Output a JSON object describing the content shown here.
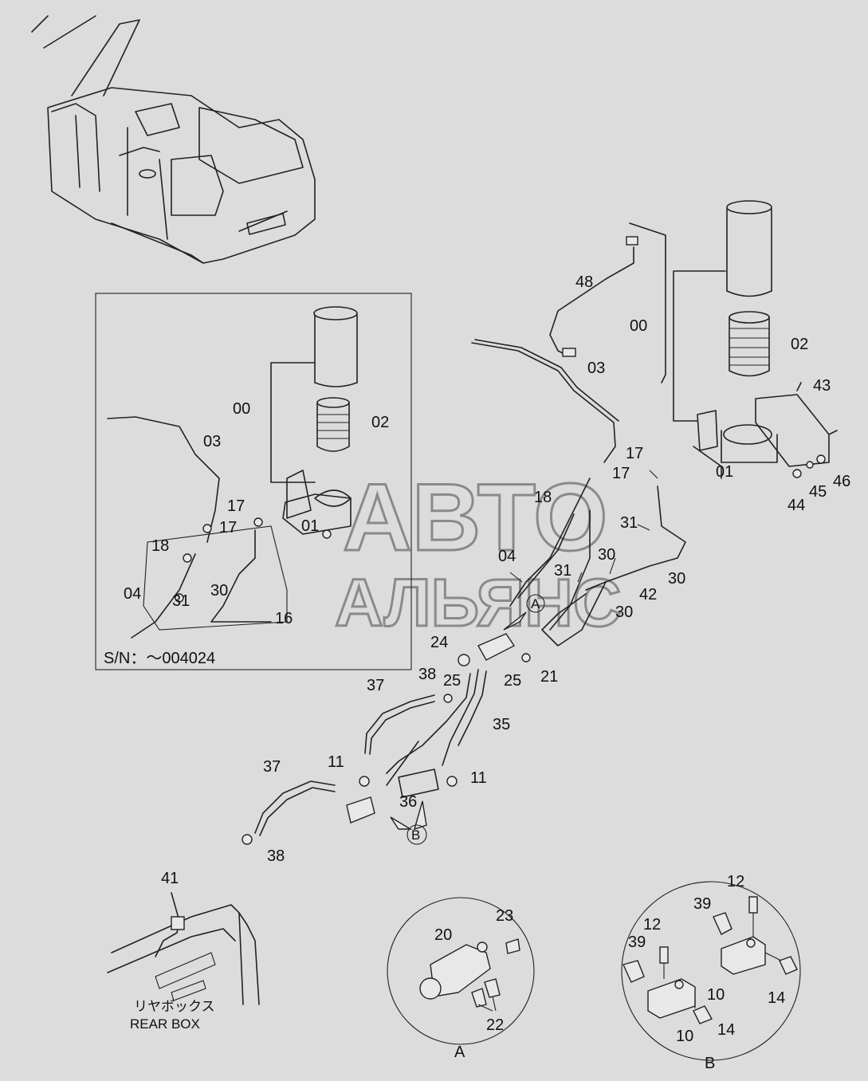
{
  "watermark": {
    "line1": "АВТО",
    "line2": "АЛЬЯНС"
  },
  "serial_note": "S/N：～004024",
  "rear_box": {
    "jp": "リヤボックス",
    "en": "REAR BOX"
  },
  "detail_markers": {
    "a": "A",
    "b": "B"
  },
  "part_labels": [
    {
      "id": "48",
      "text": "48"
    },
    {
      "id": "00r",
      "text": "00"
    },
    {
      "id": "02r",
      "text": "02"
    },
    {
      "id": "03r",
      "text": "03"
    },
    {
      "id": "43",
      "text": "43"
    },
    {
      "id": "17r1",
      "text": "17"
    },
    {
      "id": "17r2",
      "text": "17"
    },
    {
      "id": "01r",
      "text": "01"
    },
    {
      "id": "44",
      "text": "44"
    },
    {
      "id": "45",
      "text": "45"
    },
    {
      "id": "46",
      "text": "46"
    },
    {
      "id": "18r",
      "text": "18"
    },
    {
      "id": "31r1",
      "text": "31"
    },
    {
      "id": "30r1",
      "text": "30"
    },
    {
      "id": "04r",
      "text": "04"
    },
    {
      "id": "31r2",
      "text": "31"
    },
    {
      "id": "30r2",
      "text": "30"
    },
    {
      "id": "42",
      "text": "42"
    },
    {
      "id": "30r3",
      "text": "30"
    },
    {
      "id": "24",
      "text": "24"
    },
    {
      "id": "21",
      "text": "21"
    },
    {
      "id": "25a",
      "text": "25"
    },
    {
      "id": "25b",
      "text": "25"
    },
    {
      "id": "38a",
      "text": "38"
    },
    {
      "id": "37a",
      "text": "37"
    },
    {
      "id": "35",
      "text": "35"
    },
    {
      "id": "11a",
      "text": "11"
    },
    {
      "id": "11b",
      "text": "11"
    },
    {
      "id": "37b",
      "text": "37"
    },
    {
      "id": "36",
      "text": "36"
    },
    {
      "id": "38b",
      "text": "38"
    },
    {
      "id": "00l",
      "text": "00"
    },
    {
      "id": "02l",
      "text": "02"
    },
    {
      "id": "03l",
      "text": "03"
    },
    {
      "id": "17l1",
      "text": "17"
    },
    {
      "id": "17l2",
      "text": "17"
    },
    {
      "id": "01l",
      "text": "01"
    },
    {
      "id": "18l",
      "text": "18"
    },
    {
      "id": "04l",
      "text": "04"
    },
    {
      "id": "31l",
      "text": "31"
    },
    {
      "id": "30l",
      "text": "30"
    },
    {
      "id": "16l",
      "text": "16"
    },
    {
      "id": "41",
      "text": "41"
    },
    {
      "id": "23",
      "text": "23"
    },
    {
      "id": "20",
      "text": "20"
    },
    {
      "id": "22",
      "text": "22"
    },
    {
      "id": "12a",
      "text": "12"
    },
    {
      "id": "39a",
      "text": "39"
    },
    {
      "id": "12b",
      "text": "12"
    },
    {
      "id": "39b",
      "text": "39"
    },
    {
      "id": "10a",
      "text": "10"
    },
    {
      "id": "14a",
      "text": "14"
    },
    {
      "id": "10b",
      "text": "10"
    },
    {
      "id": "14b",
      "text": "14"
    }
  ]
}
